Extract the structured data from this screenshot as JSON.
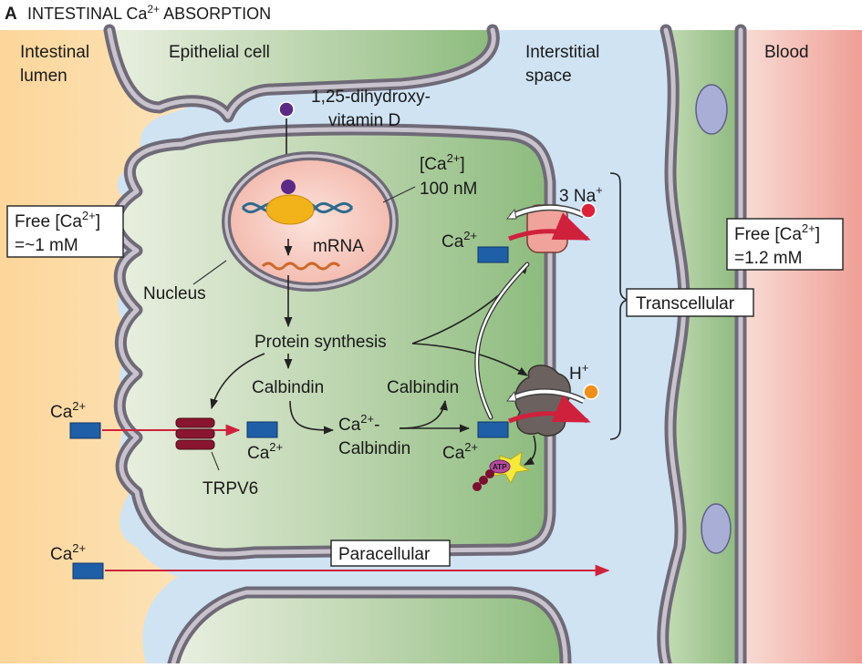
{
  "title": {
    "letter": "A",
    "text": "INTESTINAL Ca",
    "sup": "2+",
    "suffix": " ABSORPTION"
  },
  "regions": {
    "lumen_line1": "Intestinal",
    "lumen_line2": "lumen",
    "epithelial": "Epithelial cell",
    "interstitial_line1": "Interstitial",
    "interstitial_line2": "space",
    "blood": "Blood"
  },
  "vitamin_d": {
    "line1": "1,25-dihydroxy-",
    "line2": "vitamin D"
  },
  "nucleus_ca": {
    "line1": "[Ca",
    "sup": "2+",
    "line1_end": "]",
    "line2": "100 nM"
  },
  "mrna": "mRNA",
  "nucleus": "Nucleus",
  "free_lumen": {
    "line1": "Free [Ca",
    "sup": "2+",
    "line1_end": "]",
    "line2": "=~1 mM"
  },
  "free_blood": {
    "line1": "Free [Ca",
    "sup": "2+",
    "line1_end": "]",
    "line2": "=1.2 mM"
  },
  "protein_synthesis": "Protein synthesis",
  "calbindin_1": "Calbindin",
  "calbindin_2": "Calbindin",
  "ca_calbindin": {
    "line1": "Ca",
    "sup": "2+",
    "line1_end": "-",
    "line2": "Calbindin"
  },
  "ca": {
    "base": "Ca",
    "sup": "2+"
  },
  "transporter_na": {
    "base": "3 Na",
    "sup": "+"
  },
  "transporter_h": {
    "base": "H",
    "sup": "+"
  },
  "atp": "ATP",
  "trpv6": "TRPV6",
  "transcellular": "Transcellular",
  "paracellular": "Paracellular",
  "colors": {
    "lumen": "#fbd9a0",
    "cell": "#9cc48d",
    "interstitial": "#cfe3f3",
    "blood": "#f0b0a8",
    "membrane": "#6f6a77",
    "nucleus": "#f6c3b8",
    "calcium": "#1f5fa8",
    "arrow_red": "#d0213c",
    "vitd": "#5b2a86",
    "na": "#e0203a",
    "h": "#f0901a"
  }
}
